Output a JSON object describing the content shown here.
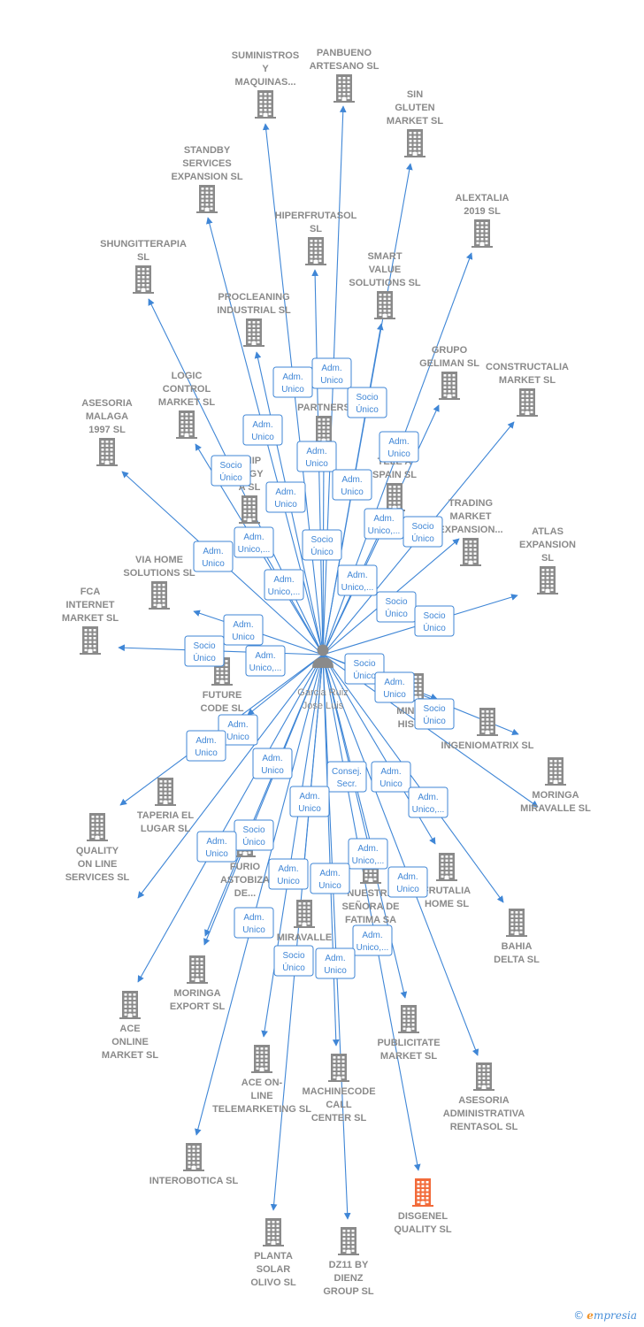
{
  "center": {
    "name_lines": [
      "Garcia Ruiz",
      "Jose Luis"
    ]
  },
  "highlight_color": "#f26b3a",
  "node_color": "#8a8a8a",
  "edge_color": "#3f86d6",
  "nodes": [
    {
      "id": "suministros",
      "lines": [
        "SUMINISTROS",
        "Y",
        "MAQUINAS..."
      ]
    },
    {
      "id": "panbueno",
      "lines": [
        "PANBUENO",
        "ARTESANO  SL"
      ]
    },
    {
      "id": "singluten",
      "lines": [
        "SIN",
        "GLUTEN",
        "MARKET  SL"
      ]
    },
    {
      "id": "standby",
      "lines": [
        "STANDBY",
        "SERVICES",
        "EXPANSION SL"
      ]
    },
    {
      "id": "alextalia",
      "lines": [
        "ALEXTALIA",
        "2019  SL"
      ]
    },
    {
      "id": "hiperfrutasol",
      "lines": [
        "HIPERFRUTASOL",
        "SL"
      ]
    },
    {
      "id": "shungitterapia",
      "lines": [
        "SHUNGITTERAPIA",
        "SL"
      ]
    },
    {
      "id": "smartvalue",
      "lines": [
        "SMART",
        "VALUE",
        "SOLUTIONS  SL"
      ]
    },
    {
      "id": "procleaning",
      "lines": [
        "PROCLEANING",
        "INDUSTRIAL SL"
      ]
    },
    {
      "id": "partners",
      "lines": [
        "PARTNERS"
      ]
    },
    {
      "id": "grupogeliman",
      "lines": [
        "GRUPO",
        "GELIMAN  SL"
      ]
    },
    {
      "id": "constructalia",
      "lines": [
        "CONSTRUCTALIA",
        "MARKET  SL"
      ]
    },
    {
      "id": "logiccontrol",
      "lines": [
        "LOGIC",
        "CONTROL",
        "MARKET  SL"
      ]
    },
    {
      "id": "asesoriamalaga",
      "lines": [
        "ASESORIA",
        "MALAGA",
        "1997  SL"
      ]
    },
    {
      "id": "energy",
      "lines": [
        "CHIP",
        "ERGY",
        "A  SL"
      ]
    },
    {
      "id": "tele",
      "lines": [
        "TELE      A",
        "SPAIN  SL"
      ]
    },
    {
      "id": "trading",
      "lines": [
        "TRADING",
        "MARKET",
        "EXPANSION..."
      ]
    },
    {
      "id": "atlas",
      "lines": [
        "ATLAS",
        "EXPANSION",
        "SL"
      ]
    },
    {
      "id": "viahome",
      "lines": [
        "VIA HOME",
        "SOLUTIONS SL"
      ]
    },
    {
      "id": "fca",
      "lines": [
        "FCA",
        "INTERNET",
        "MARKET  SL"
      ]
    },
    {
      "id": "futurecode",
      "lines": [
        "FUTURE",
        "CODE  SL"
      ]
    },
    {
      "id": "minera",
      "lines": [
        "MINERA",
        "HISPAN"
      ]
    },
    {
      "id": "ingeniomatrix",
      "lines": [
        "INGENIOMATRIX SL"
      ]
    },
    {
      "id": "moringamiravalle",
      "lines": [
        "MORINGA",
        "MIRAVALLE  SL"
      ]
    },
    {
      "id": "taperia",
      "lines": [
        "TAPERIA EL",
        "LUGAR SL"
      ]
    },
    {
      "id": "quality",
      "lines": [
        "QUALITY",
        "ON LINE",
        "SERVICES  SL"
      ]
    },
    {
      "id": "furio",
      "lines": [
        "FURIO",
        "ASTOBIZA",
        "DE..."
      ]
    },
    {
      "id": "nuestra",
      "lines": [
        "NUESTRA",
        "SEÑORA DE",
        "FATIMA SA"
      ]
    },
    {
      "id": "frutalia",
      "lines": [
        "FRUTALIA",
        "HOME  SL"
      ]
    },
    {
      "id": "bahia",
      "lines": [
        "BAHIA",
        "DELTA SL"
      ]
    },
    {
      "id": "miravalle",
      "lines": [
        "MIRAVALLE"
      ]
    },
    {
      "id": "moringaexport",
      "lines": [
        "MORINGA",
        "EXPORT  SL"
      ]
    },
    {
      "id": "aceonline",
      "lines": [
        "ACE",
        "ONLINE",
        "MARKET SL"
      ]
    },
    {
      "id": "publicitate",
      "lines": [
        "PUBLICITATE",
        "MARKET  SL"
      ]
    },
    {
      "id": "aceontele",
      "lines": [
        "ACE ON-",
        "LINE",
        "TELEMARKETING SL"
      ]
    },
    {
      "id": "machinecode",
      "lines": [
        "MACHINECODE",
        "CALL",
        "CENTER  SL"
      ]
    },
    {
      "id": "asesoriarentasol",
      "lines": [
        "ASESORIA",
        "ADMINISTRATIVA",
        "RENTASOL SL"
      ]
    },
    {
      "id": "interobotica",
      "lines": [
        "INTEROBOTICA SL"
      ]
    },
    {
      "id": "disgenel",
      "lines": [
        "DISGENEL",
        "QUALITY  SL"
      ],
      "highlight": true
    },
    {
      "id": "plantasolar",
      "lines": [
        "PLANTA",
        "SOLAR",
        "OLIVO SL"
      ]
    },
    {
      "id": "dz11",
      "lines": [
        "DZ11 BY",
        "DIENZ",
        "GROUP  SL"
      ]
    }
  ],
  "relations": [
    {
      "lines": [
        "Adm.",
        "Unico"
      ]
    },
    {
      "lines": [
        "Adm.",
        "Unico"
      ]
    },
    {
      "lines": [
        "Socio",
        "Único"
      ]
    },
    {
      "lines": [
        "Adm.",
        "Unico"
      ]
    },
    {
      "lines": [
        "Adm.",
        "Unico"
      ]
    },
    {
      "lines": [
        "Socio",
        "Único"
      ]
    },
    {
      "lines": [
        "Adm.",
        "Unico"
      ]
    },
    {
      "lines": [
        "Adm.",
        "Unico"
      ]
    },
    {
      "lines": [
        "Adm.",
        "Unico"
      ]
    },
    {
      "lines": [
        "Adm.",
        "Unico,..."
      ]
    },
    {
      "lines": [
        "Socio",
        "Único"
      ]
    },
    {
      "lines": [
        "Adm.",
        "Unico,..."
      ]
    },
    {
      "lines": [
        "Socio",
        "Único"
      ]
    },
    {
      "lines": [
        "Adm.",
        "Unico"
      ]
    },
    {
      "lines": [
        "Adm.",
        "Unico,..."
      ]
    },
    {
      "lines": [
        "Adm.",
        "Unico,..."
      ]
    },
    {
      "lines": [
        "Socio",
        "Único"
      ]
    },
    {
      "lines": [
        "Socio",
        "Único"
      ]
    },
    {
      "lines": [
        "Adm.",
        "Unico"
      ]
    },
    {
      "lines": [
        "Socio",
        "Único"
      ]
    },
    {
      "lines": [
        "Adm.",
        "Unico,..."
      ]
    },
    {
      "lines": [
        "Socio",
        "Único"
      ]
    },
    {
      "lines": [
        "Adm.",
        "Unico"
      ]
    },
    {
      "lines": [
        "Socio",
        "Único"
      ]
    },
    {
      "lines": [
        "Adm.",
        "Unico"
      ]
    },
    {
      "lines": [
        "Adm.",
        "Unico"
      ]
    },
    {
      "lines": [
        "Adm.",
        "Unico"
      ]
    },
    {
      "lines": [
        "Consej.",
        "Secr."
      ]
    },
    {
      "lines": [
        "Adm.",
        "Unico"
      ]
    },
    {
      "lines": [
        "Adm.",
        "Unico,..."
      ]
    },
    {
      "lines": [
        "Adm.",
        "Unico"
      ]
    },
    {
      "lines": [
        "Socio",
        "Único"
      ]
    },
    {
      "lines": [
        "Adm.",
        "Unico"
      ]
    },
    {
      "lines": [
        "Adm.",
        "Unico,..."
      ]
    },
    {
      "lines": [
        "Adm.",
        "Unico"
      ]
    },
    {
      "lines": [
        "Adm.",
        "Unico"
      ]
    },
    {
      "lines": [
        "Adm.",
        "Unico"
      ]
    },
    {
      "lines": [
        "Adm.",
        "Unico"
      ]
    },
    {
      "lines": [
        "Adm.",
        "Unico,..."
      ]
    },
    {
      "lines": [
        "Socio",
        "Único"
      ]
    },
    {
      "lines": [
        "Adm.",
        "Unico"
      ]
    }
  ],
  "footer": {
    "copyright": "©",
    "brand_first": "e",
    "brand_rest": "mpresia"
  }
}
